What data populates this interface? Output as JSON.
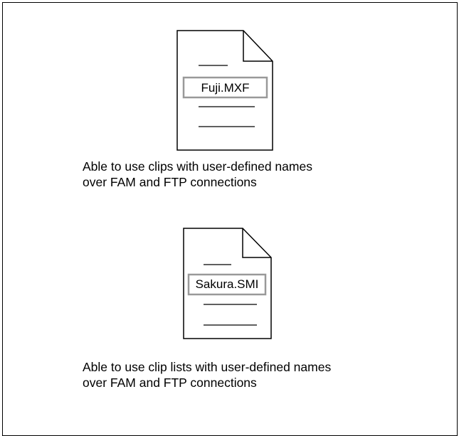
{
  "items": [
    {
      "filename": "Fuji.MXF",
      "caption_lines": [
        "Able to use clips with user-defined names",
        "over FAM and FTP connections"
      ]
    },
    {
      "filename": "Sakura.SMI",
      "caption_lines": [
        "Able to use clip lists with user-defined names",
        "over FAM and FTP connections"
      ]
    }
  ]
}
